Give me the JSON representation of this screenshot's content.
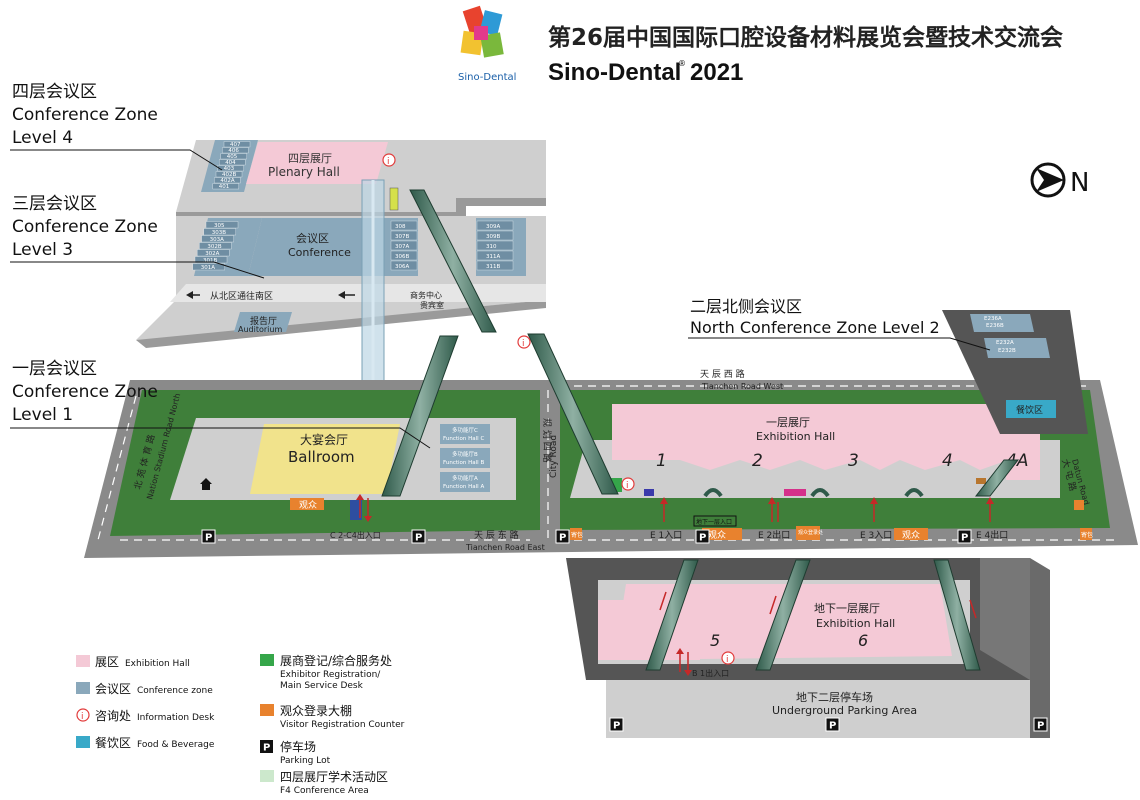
{
  "header": {
    "logo_text": "Sino-Dental",
    "title_cn": "第26届中国国际口腔设备材料展览会暨技术交流会",
    "title_en": "Sino-Dental",
    "title_year": "2021",
    "registered_mark": "®"
  },
  "compass": {
    "label": "N"
  },
  "zone_labels": {
    "level4": {
      "cn": "四层会议区",
      "en1": "Conference Zone",
      "en2": "Level 4"
    },
    "level3": {
      "cn": "三层会议区",
      "en1": "Conference Zone",
      "en2": "Level 3"
    },
    "level1": {
      "cn": "一层会议区",
      "en1": "Conference Zone",
      "en2": "Level 1"
    },
    "north2": {
      "cn": "二层北侧会议区",
      "en": "North Conference Zone Level 2"
    }
  },
  "level4": {
    "plenary_cn": "四层展厅",
    "plenary_en": "Plenary Hall",
    "rooms": [
      "407",
      "406",
      "405",
      "404",
      "403",
      "402B",
      "402A",
      "401"
    ]
  },
  "level3": {
    "conference_cn": "会议区",
    "conference_en": "Conference",
    "rooms_left": [
      "305",
      "303B",
      "303A",
      "302B",
      "302A",
      "301B",
      "301A"
    ],
    "rooms_mid": [
      "308",
      "307B",
      "307A",
      "306B",
      "306A"
    ],
    "rooms_right": [
      "309A",
      "309B",
      "310",
      "311A",
      "311B"
    ],
    "corridor": "从北区通往南区",
    "business_cn": "商务中心",
    "vip_cn": "贵宾室",
    "auditorium_cn": "报告厅",
    "auditorium_en": "Auditorium"
  },
  "level1": {
    "ballroom_cn": "大宴会厅",
    "ballroom_en": "Ballroom",
    "function_halls": [
      {
        "cn": "多功能厅C",
        "en": "Function Hall C"
      },
      {
        "cn": "多功能厅B",
        "en": "Function Hall B"
      },
      {
        "cn": "多功能厅A",
        "en": "Function Hall A"
      }
    ],
    "visitor_badge": "观众",
    "entrance": "C 2-C4出入口"
  },
  "roads": {
    "west_cn": "天 辰 西 路",
    "west_en": "Tianchen Road West",
    "east_cn": "天 辰 东 路",
    "east_en": "Tianchen Road East",
    "city_cn": "规 划 四 路",
    "city_en": "City Road",
    "stadium_cn": "北 苑 体 育 路",
    "stadium_en": "Nation Stadium Road North",
    "datun_cn": "大 屯 路",
    "datun_en": "Datun Road"
  },
  "north_zone": {
    "rooms": [
      "E236A",
      "E236B",
      "E232A",
      "E232B"
    ],
    "food_cn": "餐饮区"
  },
  "exhibition": {
    "hall_cn": "一层展厅",
    "hall_en": "Exhibition Hall",
    "hall_numbers": [
      "1",
      "2",
      "3",
      "4",
      "4A"
    ],
    "entrances": [
      "E 1入口",
      "E 2出口",
      "E 3入口",
      "E 4出口"
    ],
    "visitor_badge": "观众",
    "b1_hall_cn": "地下一层展厅",
    "b1_hall_en": "Exhibition Hall",
    "b1_numbers": [
      "5",
      "6"
    ],
    "b1_entrance": "B 1出入口",
    "b2_parking_cn": "地下二层停车场",
    "b2_parking_en": "Underground Parking Area",
    "small_labels": [
      "地下一层入口",
      "观众",
      "观众登录处"
    ],
    "cloakroom": "寄包"
  },
  "parking_label": "P",
  "legend": [
    {
      "cn": "展区",
      "en": "Exhibition Hall",
      "color": "#f4c9d6"
    },
    {
      "cn": "会议区",
      "en": "Conference zone",
      "color": "#8aa8bb"
    },
    {
      "cn": "咨询处",
      "en": "Information Desk",
      "color": "#e23b3b"
    },
    {
      "cn": "餐饮区",
      "en": "Food & Beverage",
      "color": "#39a9c8"
    },
    {
      "cn": "展商登记/综合服务处",
      "en": "Exhibitor Registration/",
      "en2": "Main Service Desk",
      "color": "#35a64a"
    },
    {
      "cn": "观众登录大棚",
      "en": "Visitor Registration Counter",
      "color": "#e8822e"
    },
    {
      "cn": "停车场",
      "en": "Parking Lot",
      "color": "#111111"
    },
    {
      "cn": "四层展厅学术活动区",
      "en": "F4 Conference Area",
      "color": "#cce8cc"
    }
  ],
  "colors": {
    "exhibition": "#f4c9d6",
    "conference": "#8aa8bb",
    "green": "#3f7f3a",
    "road": "#8a8a8a",
    "floor": "#cfcfcf",
    "ballroom": "#f1e38c",
    "title_red": "#c00000"
  }
}
